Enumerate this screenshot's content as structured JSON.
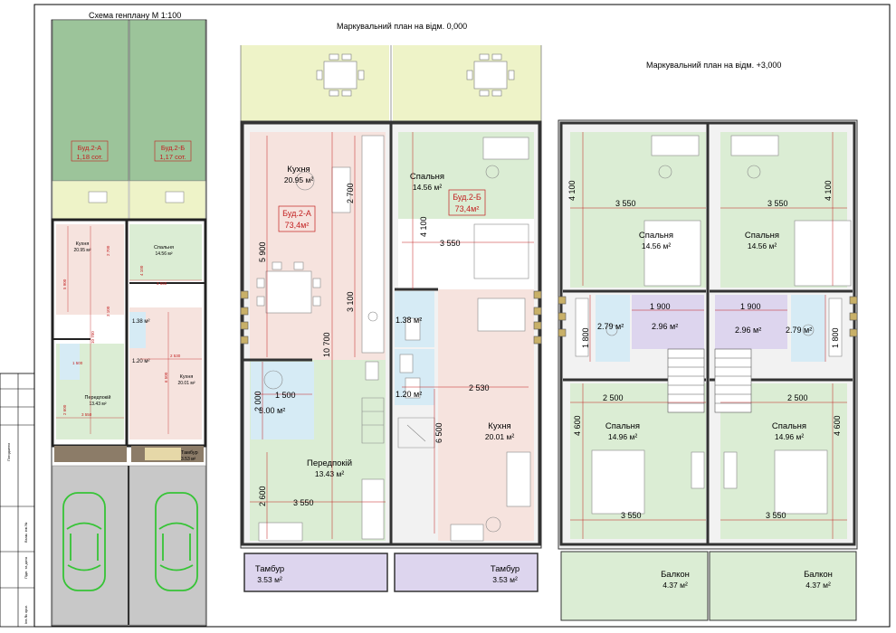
{
  "titles": {
    "site_plan": "Схема генплану М 1:100",
    "ground_plan": "Маркувальний план на відм. 0,000",
    "upper_plan": "Маркувальний план на відм. +3,000"
  },
  "stamp": {
    "labels": [
      "Погоджено",
      "Інв.№ ориг.",
      "Підп. та дата",
      "Взам. інв.№"
    ]
  },
  "site": {
    "plot_a": {
      "name": "Буд.2-А",
      "area": "1,18 сот."
    },
    "plot_b": {
      "name": "Буд.2-Б",
      "area": "1,17 сот."
    },
    "kitchen_a": {
      "name": "Кухня",
      "area": "20.95 м²"
    },
    "bedroom_b": {
      "name": "Спальня",
      "area": "14.56 м²"
    },
    "hall_a": {
      "name": "Передпокій",
      "area": "13.43 м²"
    },
    "kitchen_b": {
      "name": "Кухня",
      "area": "20.01 м²"
    },
    "vestibule_b": {
      "name": "Тамбур",
      "area": "3.53 м²"
    },
    "wc1": "1.38 м²",
    "wc2": "1.20 м²",
    "dims": [
      "5 900",
      "3 100",
      "10 700",
      "2 700",
      "1 500",
      "2 600",
      "3 550",
      "3 550",
      "2 530",
      "6 500",
      "4 100"
    ]
  },
  "ground": {
    "kitchen_a": {
      "name": "Кухня",
      "area": "20.95 м²"
    },
    "unit_a": {
      "name": "Буд.2-А",
      "area": "73,4м²"
    },
    "bath_a": "3.00 м²",
    "hall_a": {
      "name": "Передпокій",
      "area": "13.43 м²"
    },
    "vestibule_a": {
      "name": "Тамбур",
      "area": "3.53 м²"
    },
    "bedroom_b": {
      "name": "Спальня",
      "area": "14.56 м²"
    },
    "unit_b": {
      "name": "Буд.2-Б",
      "area": "73,4м²"
    },
    "wc1_b": "1.38 м²",
    "wc2_b": "1.20 м²",
    "kitchen_b": {
      "name": "Кухня",
      "area": "20.01 м²"
    },
    "vestibule_b": {
      "name": "Тамбур",
      "area": "3.53 м²"
    },
    "dims": {
      "d5900": "5 900",
      "d10700": "10 700",
      "d2700": "2 700",
      "d3100": "3 100",
      "d2000": "2 000",
      "d1500": "1 500",
      "d2600": "2 600",
      "d3550a": "3 550",
      "d4100": "4 100",
      "d3550b": "3 550",
      "d2530": "2 530",
      "d6500": "6 500"
    }
  },
  "upper": {
    "bedroom_tl": {
      "name": "Спальня",
      "area": "14.56 м²"
    },
    "bedroom_tr": {
      "name": "Спальня",
      "area": "14.56 м²"
    },
    "bath_l": "2.79 м²",
    "hall_l": "2.96 м²",
    "hall_r": "2.96 м²",
    "bath_r": "2.79 м²",
    "bedroom_bl": {
      "name": "Спальня",
      "area": "14.96 м²"
    },
    "bedroom_br": {
      "name": "Спальня",
      "area": "14.96 м²"
    },
    "balcony_l": {
      "name": "Балкон",
      "area": "4.37 м²"
    },
    "balcony_r": {
      "name": "Балкон",
      "area": "4.37 м²"
    },
    "dims": {
      "d4100l": "4 100",
      "d4100r": "4 100",
      "d3550tl": "3 550",
      "d3550tr": "3 550",
      "d1900l": "1 900",
      "d1900r": "1 900",
      "d1800l": "1 800",
      "d1800r": "1 800",
      "d2500l": "2 500",
      "d2500r": "2 500",
      "d4600l": "4 600",
      "d4600r": "4 600",
      "d3550bl": "3 550",
      "d3550br": "3 550"
    }
  },
  "colors": {
    "plot_green": "#9cc49a",
    "garden": "#eef3c8",
    "room_pink": "#f6e3de",
    "room_green": "#dbedd4",
    "room_blue": "#d6ebf5",
    "room_purple": "#ddd5ee",
    "parking": "#c8c8c8",
    "car": "#36c436",
    "dim_red": "#c21f1f",
    "wall": "#222222"
  }
}
